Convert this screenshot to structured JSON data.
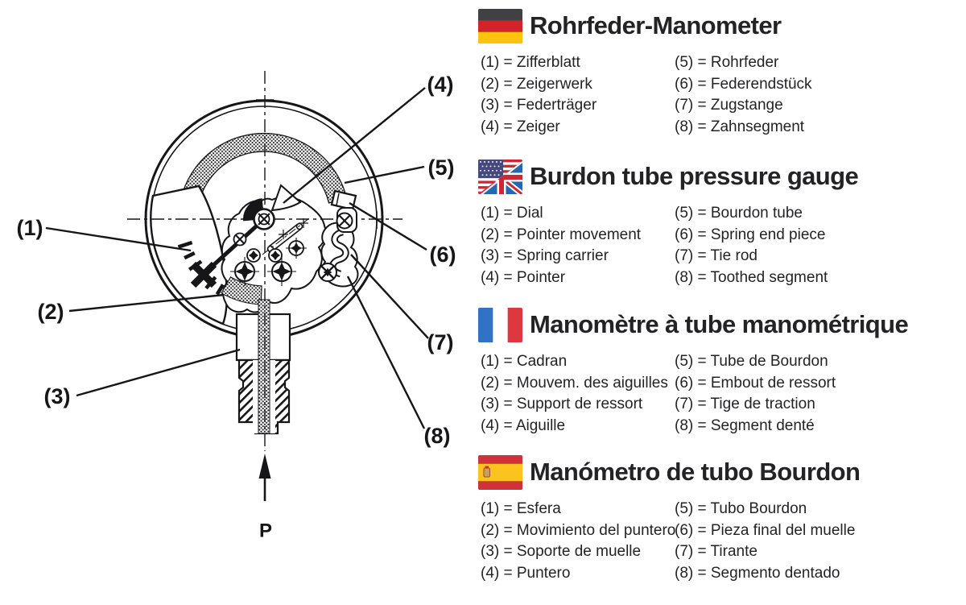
{
  "diagram": {
    "pressure_label": "P",
    "callouts": [
      {
        "label": "(1)"
      },
      {
        "label": "(2)"
      },
      {
        "label": "(3)"
      },
      {
        "label": "(4)"
      },
      {
        "label": "(5)"
      },
      {
        "label": "(6)"
      },
      {
        "label": "(7)"
      },
      {
        "label": "(8)"
      }
    ]
  },
  "sections": [
    {
      "id": "german",
      "flag": "germany-flag",
      "title": "Rohrfeder-Manometer",
      "items_left": [
        "(1) = Zifferblatt",
        "(2) = Zeigerwerk",
        "(3) = Federträger",
        "(4) = Zeiger"
      ],
      "items_right": [
        "(5) = Rohrfeder",
        "(6) = Federendstück",
        "(7) = Zugstange",
        "(8) = Zahnsegment"
      ]
    },
    {
      "id": "english",
      "flag": "us-uk-flag",
      "title": "Burdon tube pressure gauge",
      "items_left": [
        "(1) = Dial",
        "(2) = Pointer movement",
        "(3) = Spring carrier",
        "(4) = Pointer"
      ],
      "items_right": [
        "(5) = Bourdon tube",
        "(6) = Spring end piece",
        "(7) = Tie rod",
        "(8) = Toothed segment"
      ]
    },
    {
      "id": "french",
      "flag": "france-flag",
      "title": "Manomètre à tube manométrique",
      "items_left": [
        "(1) = Cadran",
        "(2) = Mouvem. des aiguilles",
        "(3) = Support de ressort",
        "(4) = Aiguille"
      ],
      "items_right": [
        "(5) = Tube de Bourdon",
        "(6) = Embout de ressort",
        "(7) = Tige de traction",
        "(8) = Segment denté"
      ]
    },
    {
      "id": "spanish",
      "flag": "spain-flag",
      "title": "Manómetro de tubo Bourdon",
      "items_left": [
        "(1) = Esfera",
        "(2) = Movimiento del puntero",
        "(3) = Soporte de muelle",
        "(4) = Puntero"
      ],
      "items_right": [
        "(5) = Tubo Bourdon",
        "(6) = Pieza final del muelle",
        "(7) = Tirante",
        "(8) = Segmento dentado"
      ]
    }
  ],
  "colors": {
    "ink": "#161618",
    "text": "#232326",
    "germany": [
      "#414042",
      "#d2232a",
      "#ffc20e"
    ],
    "us_canton": "#45497d",
    "us_uk_red": "#cf2634",
    "uk_blue": "#2766b3",
    "france": [
      "#2f72c6",
      "#ffffff",
      "#dd3840"
    ],
    "spain": [
      "#d13239",
      "#fcc21e"
    ]
  }
}
